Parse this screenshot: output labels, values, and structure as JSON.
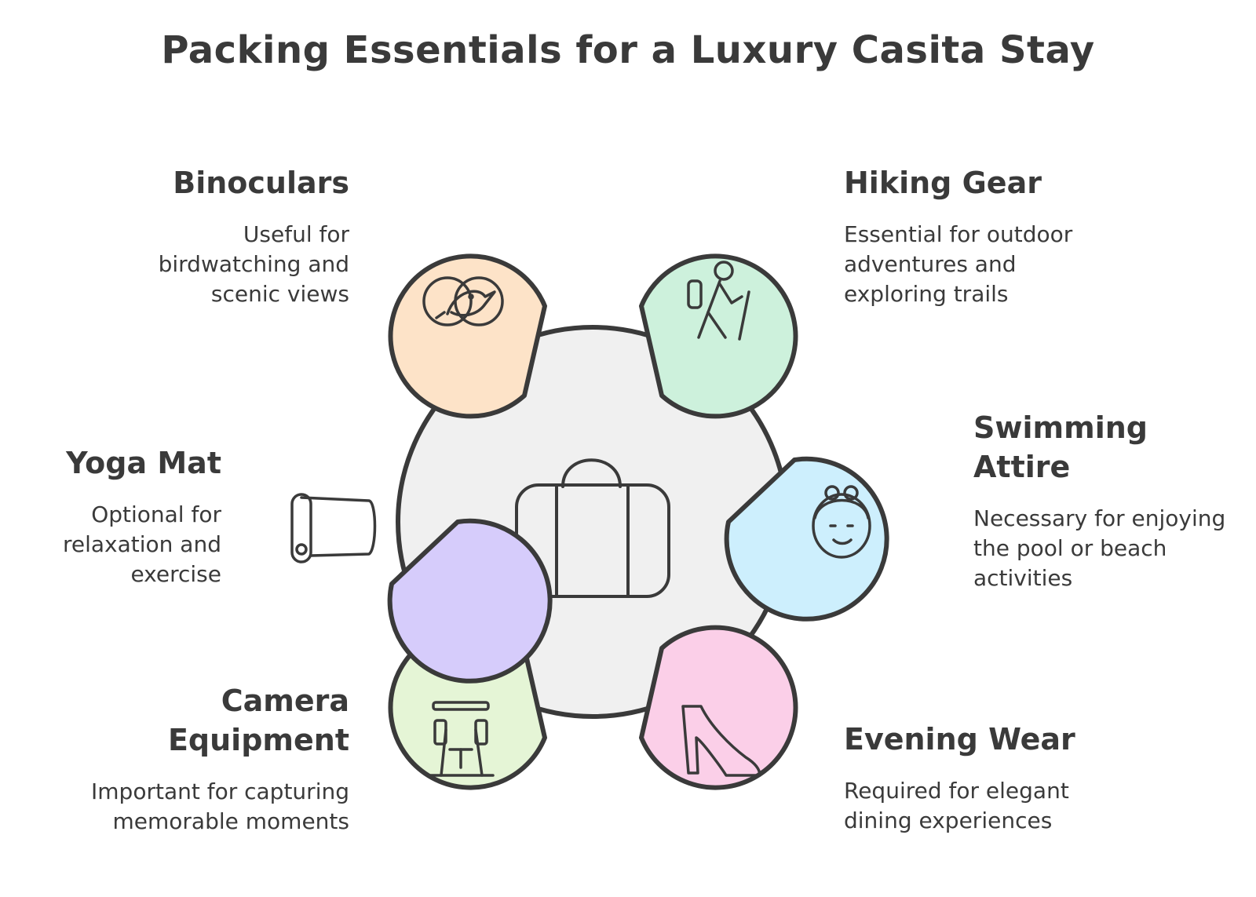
{
  "title": "Packing Essentials for a Luxury Casita Stay",
  "center": {
    "icon": "suitcase-icon"
  },
  "items": [
    {
      "name": "Binoculars",
      "description": "Useful for birdwatching and scenic views",
      "icon": "binoculars-bird-icon",
      "color": "#fde3c8"
    },
    {
      "name": "Hiking Gear",
      "description": "Essential for outdoor adventures and exploring trails",
      "icon": "hiker-icon",
      "color": "#cdf1dc"
    },
    {
      "name": "Swimming Attire",
      "description": "Necessary for enjoying the pool or beach activities",
      "icon": "swimmer-face-icon",
      "color": "#cdeffd"
    },
    {
      "name": "Evening Wear",
      "description": "Required for elegant dining experiences",
      "icon": "high-heel-icon",
      "color": "#fbcfe8"
    },
    {
      "name": "Camera Equipment",
      "description": "Important for capturing memorable moments",
      "icon": "camera-tripod-icon",
      "color": "#e5f5d6"
    },
    {
      "name": "Yoga Mat",
      "description": "Optional for relaxation and exercise",
      "icon": "yoga-mat-icon",
      "color": "#d6ccfb"
    }
  ]
}
